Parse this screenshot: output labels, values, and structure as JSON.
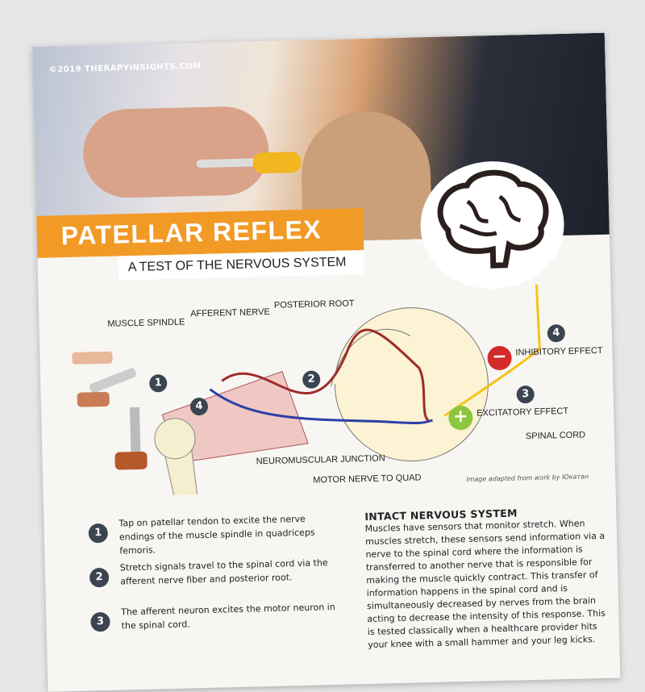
{
  "copyright": "©2019 THERAPYINSIGHTS.COM",
  "title": "PATELLAR REFLEX",
  "subtitle": "A TEST OF THE NERVOUS SYSTEM",
  "diagram": {
    "labels": {
      "muscle_spindle": "MUSCLE SPINDLE",
      "afferent_nerve": "AFFERENT NERVE",
      "posterior_root": "POSTERIOR ROOT",
      "inhibitory": "INHIBITORY EFFECT",
      "excitatory": "EXCITATORY EFFECT",
      "spinal_cord": "SPINAL CORD",
      "nmj": "NEUROMUSCULAR JUNCTION",
      "motor_nerve": "MOTOR NERVE TO QUAD"
    },
    "markers": {
      "one": "1",
      "two": "2",
      "three": "3",
      "four_a": "4",
      "four_b": "4",
      "minus": "−",
      "plus": "+"
    },
    "credit": "Image adapted from work by Юкатан",
    "colors": {
      "afferent": "#9e2b2b",
      "motor": "#2b3fa8",
      "brain_path": "#f2c417",
      "inhibitory": "#d32a2a",
      "excitatory": "#8cc63f"
    }
  },
  "steps": [
    {
      "n": "1",
      "text": "Tap on patellar tendon to excite the nerve endings of the muscle spindle in quadriceps femoris."
    },
    {
      "n": "2",
      "text": "Stretch signals travel to the spinal cord via the afferent nerve fiber and posterior root."
    },
    {
      "n": "3",
      "text": "The afferent neuron excites the motor neuron in the spinal cord."
    }
  ],
  "intact": {
    "heading": "INTACT NERVOUS SYSTEM",
    "body": "Muscles have sensors that monitor stretch. When muscles stretch, these sensors send information via a nerve to the spinal cord where the information is transferred to another nerve that is responsible for making the muscle quickly contract. This transfer of information happens in the spinal cord and is simultaneously decreased by nerves from the brain acting to decrease the intensity of this response. This is tested classically when a healthcare provider hits your knee with a small hammer and your leg kicks."
  },
  "accent": "#f29a26"
}
